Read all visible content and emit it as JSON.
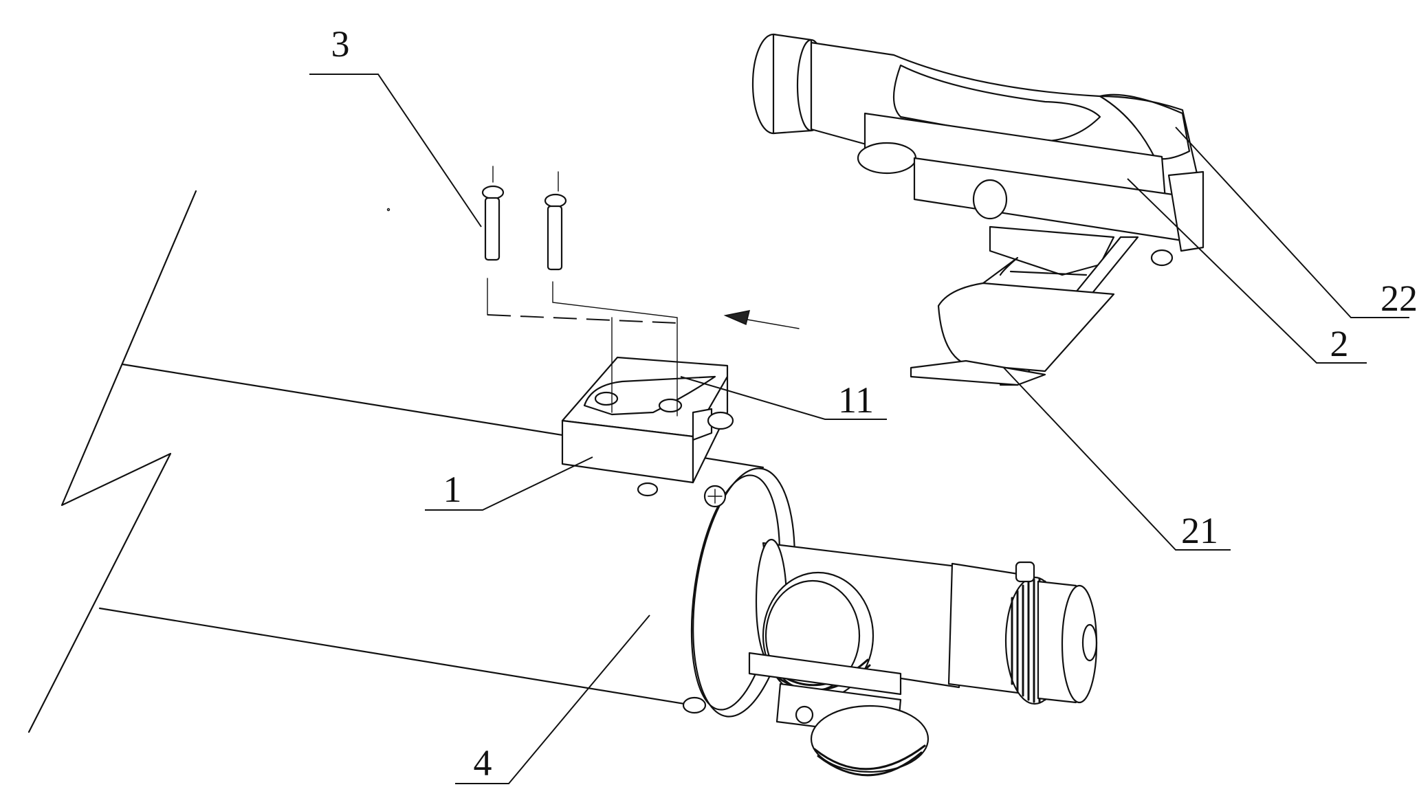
{
  "figure": {
    "labels": {
      "screw": "3",
      "base": "1",
      "slot": "11",
      "tube": "4",
      "finder": "2",
      "foot": "21",
      "window": "22"
    },
    "colors": {
      "line": "#111111",
      "background": "#ffffff"
    }
  }
}
